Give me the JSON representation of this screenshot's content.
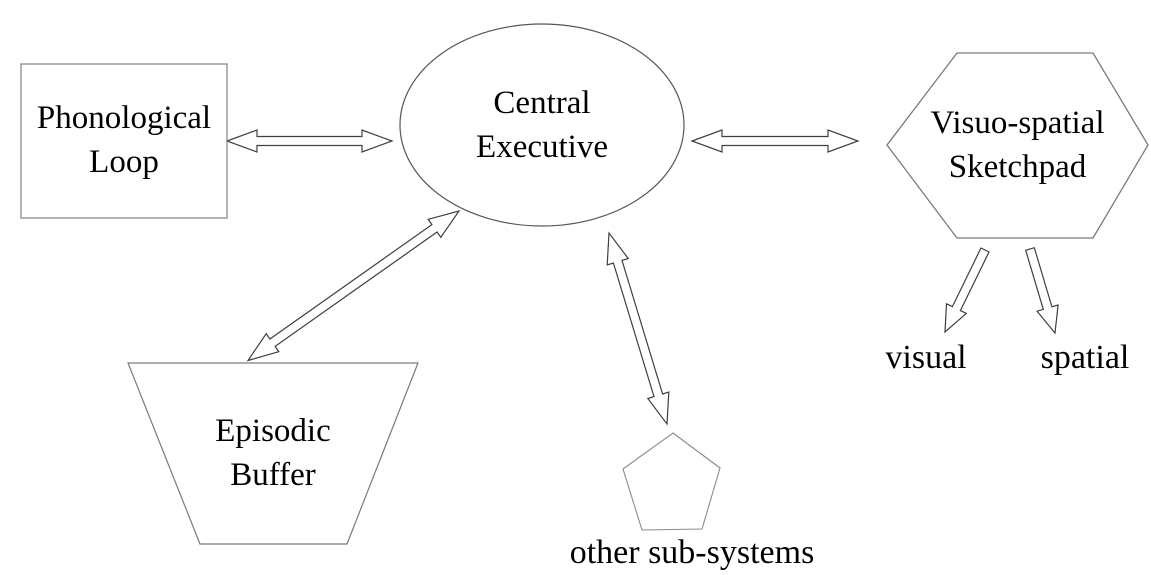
{
  "diagram": {
    "model": "working-memory-diagram",
    "nodes": {
      "phonological_loop": {
        "label": "Phonological\nLoop",
        "shape": "rectangle"
      },
      "central_executive": {
        "label": "Central\nExecutive",
        "shape": "ellipse"
      },
      "visuo_spatial_sketchpad": {
        "label": "Visuo-spatial\nSketchpad",
        "shape": "hexagon"
      },
      "episodic_buffer": {
        "label": "Episodic\nBuffer",
        "shape": "trapezoid"
      },
      "other_subsystems": {
        "label": "other sub-systems",
        "shape": "pentagon"
      },
      "visual": {
        "label": "visual"
      },
      "spatial": {
        "label": "spatial"
      }
    },
    "edges": [
      {
        "from": "phonological_loop",
        "to": "central_executive",
        "type": "double-headed"
      },
      {
        "from": "central_executive",
        "to": "visuo_spatial_sketchpad",
        "type": "double-headed"
      },
      {
        "from": "central_executive",
        "to": "episodic_buffer",
        "type": "double-headed"
      },
      {
        "from": "central_executive",
        "to": "other_subsystems",
        "type": "double-headed"
      },
      {
        "from": "visuo_spatial_sketchpad",
        "to": "visual",
        "type": "single-headed"
      },
      {
        "from": "visuo_spatial_sketchpad",
        "to": "spatial",
        "type": "single-headed"
      }
    ],
    "colors": {
      "background": "#ffffff",
      "text": "#000000",
      "shape_outline": "#7a7a7a",
      "arrow_outline": "#3f3f3f",
      "arrow_fill": "#ffffff"
    }
  }
}
